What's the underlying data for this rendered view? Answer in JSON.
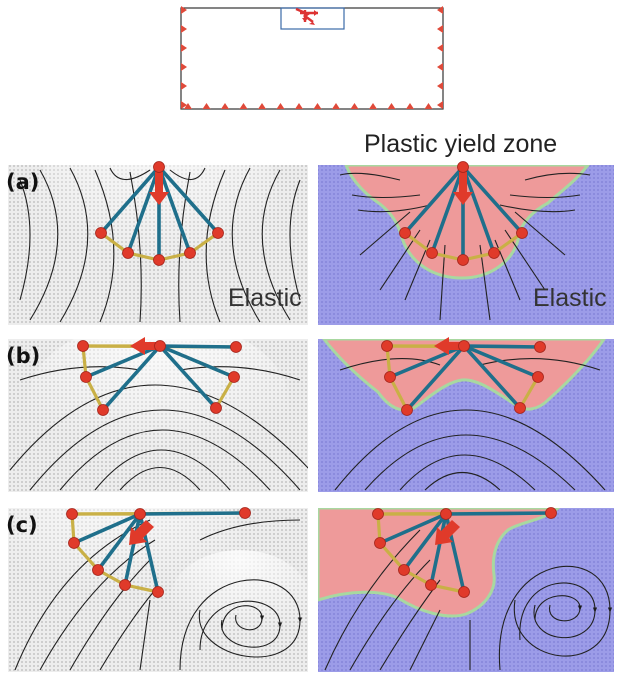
{
  "header": {
    "title": "Plastic yield zone"
  },
  "labels": {
    "elastic": "Elastic"
  },
  "panels": [
    {
      "id": "a",
      "label": "(a)"
    },
    {
      "id": "b",
      "label": "(b)"
    },
    {
      "id": "c",
      "label": "(c)"
    }
  ],
  "colors": {
    "plastic": "#ee9a9a",
    "elastic_region": "#9a9ae6",
    "member": "#1f6f8b",
    "arc": "#c9b046",
    "node": "#e03a2a",
    "arrow": "#e03a2a",
    "streamline": "#222222",
    "grid_bg": "#e9e9e9"
  }
}
